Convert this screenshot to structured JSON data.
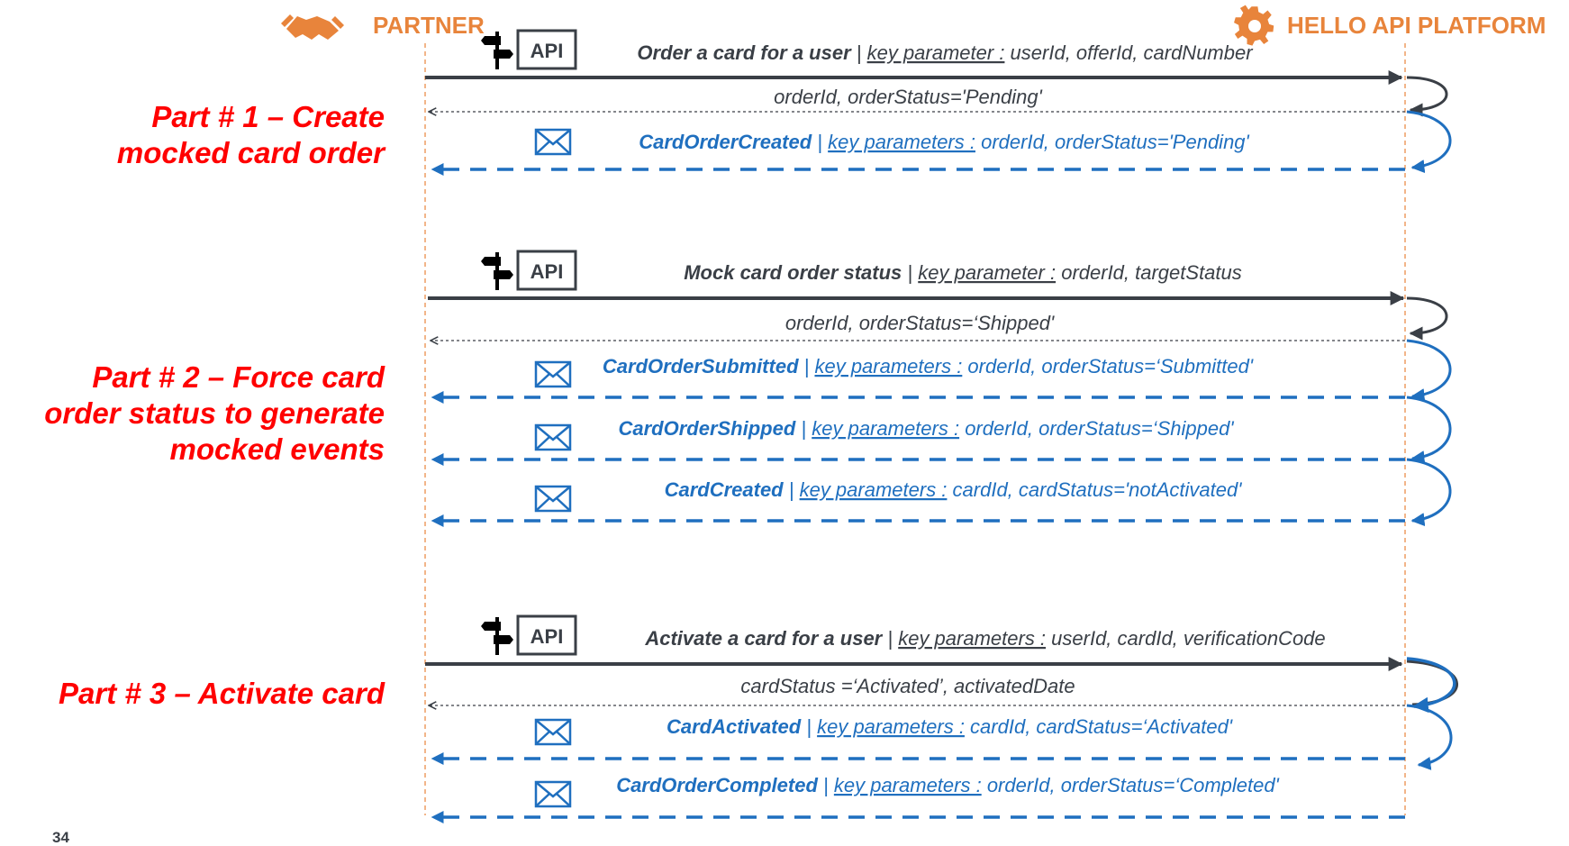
{
  "actors": {
    "partner": "PARTNER",
    "platform": "HELLO API PLATFORM"
  },
  "api_badge": "API",
  "parts": {
    "p1": [
      "Part # 1 – Create",
      "mocked card order"
    ],
    "p2": [
      "Part # 2 – Force card",
      "order status to generate",
      "mocked events"
    ],
    "p3": [
      "Part # 3 – Activate card"
    ]
  },
  "messages": {
    "m1": {
      "name": "Order a card for a user",
      "sep": " | ",
      "key": "key parameter :",
      "params": " userId, offerId, cardNumber"
    },
    "r1": "orderId, orderStatus='Pending'",
    "e1": {
      "name": "CardOrderCreated",
      "sep": " | ",
      "key": "key parameters :",
      "params": " orderId, orderStatus='Pending'"
    },
    "m2": {
      "name": "Mock card order status",
      "sep": " | ",
      "key": "key parameter :",
      "params": " orderId, targetStatus"
    },
    "r2": "orderId, orderStatus=‘Shipped'",
    "e2": {
      "name": "CardOrderSubmitted",
      "sep": " | ",
      "key": "key parameters :",
      "params": " orderId, orderStatus=‘Submitted'"
    },
    "e3": {
      "name": "CardOrderShipped",
      "sep": " | ",
      "key": "key parameters :",
      "params": " orderId, orderStatus=‘Shipped'"
    },
    "e4": {
      "name": "CardCreated",
      "sep": " | ",
      "key": "key parameters :",
      "params": " cardId, cardStatus='notActivated'"
    },
    "m3": {
      "name": "Activate a card for a user",
      "sep": " | ",
      "key": "key parameters :",
      "params": " userId, cardId, verificationCode"
    },
    "r3": "cardStatus =‘Activated’, activatedDate",
    "e5": {
      "name": "CardActivated",
      "sep": " | ",
      "key": "key parameters :",
      "params": " cardId, cardStatus=‘Activated'"
    },
    "e6": {
      "name": "CardOrderCompleted",
      "sep": " | ",
      "key": "key parameters :",
      "params": " orderId, orderStatus=‘Completed'"
    }
  },
  "page_number": "34",
  "icons": {
    "partner": "handshake-icon",
    "platform": "gear-icon",
    "api": "signpost-icon",
    "event": "envelope-icon"
  },
  "colors": {
    "actor": "#E8843B",
    "part": "#FF0000",
    "call": "#3A3F46",
    "event": "#1F6FBF"
  }
}
